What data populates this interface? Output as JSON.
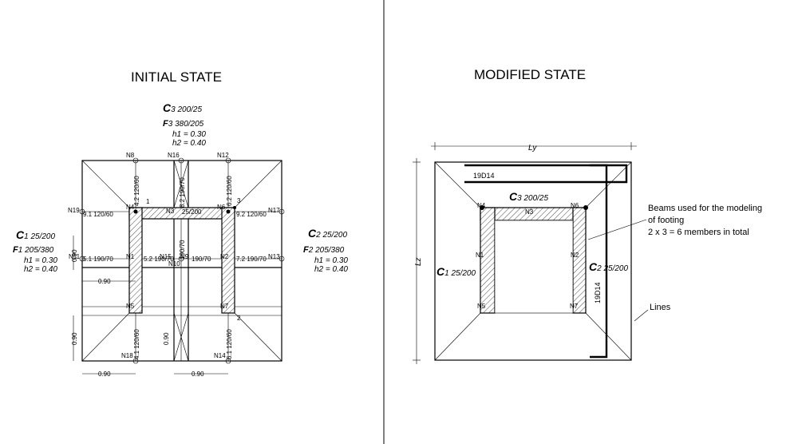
{
  "titles": {
    "initial": "INITIAL STATE",
    "modified": "MODIFIED STATE"
  },
  "initial": {
    "c3": {
      "label": "C",
      "sub": "3 200/25"
    },
    "f3": {
      "label": "F",
      "sub": "3  380/205"
    },
    "h1_top": "h1 = 0.30",
    "h2_top": "h2 = 0.40",
    "c1": {
      "label": "C",
      "sub": "1 25/200"
    },
    "f1": {
      "label": "F",
      "sub": "1  205/380"
    },
    "h1_left": "h1 = 0.30",
    "h2_left": "h2 = 0.40",
    "c2": {
      "label": "C",
      "sub": "2 25/200"
    },
    "f2": {
      "label": "F",
      "sub": "2  205/380"
    },
    "h1_right": "h1 = 0.30",
    "h2_right": "h2 = 0.40",
    "nodes": {
      "n8": "N8",
      "n16": "N16",
      "n12": "N12",
      "n19": "N19",
      "n17": "N17",
      "n11": "N11",
      "n13": "N13",
      "n15": "N15",
      "n9": "N9",
      "n10": "N10",
      "n18": "N18",
      "n14": "N14",
      "n5": "N5",
      "n7": "N7",
      "n6": "N6",
      "n1": "N1",
      "n2": "N2",
      "n3": "N3"
    },
    "point_1": "1",
    "point_2": "2",
    "point_3": "3",
    "beams": {
      "b4_2": "4.2  120/60",
      "b8_2": "8.2  190/70",
      "b6_2": "6.2  120/60",
      "b9_1": "9.1  120/60",
      "b9_2": "9.2  120/60",
      "b5_1": "5.1  190/70",
      "b5_2": "5.2  190/70",
      "b7_2": "7.2  190/70",
      "b_center": "190/70",
      "b4_1": "4.1  120/60",
      "b6_1": "6.1  120/60",
      "b_mid_v": "190/70",
      "top_beam": "25/200"
    },
    "dims": {
      "d090_a": "0.90",
      "d090_b": "0.90",
      "d090_c": "0.90",
      "d090_d": "0.90",
      "d090_e": "0.90",
      "d090_f": "0.90"
    }
  },
  "modified": {
    "ly": "Ly",
    "lz": "Lz",
    "bar_top": "19D14",
    "bar_right": "19D14",
    "c3": {
      "label": "C",
      "sub": "3 200/25"
    },
    "c1": {
      "label": "C",
      "sub": "1 25/200"
    },
    "c2": {
      "label": "C",
      "sub": "2 25/200"
    },
    "nodes": {
      "n4": "N4",
      "n6": "N6",
      "n1": "N1",
      "n2": "N2",
      "n3": "N3",
      "n5": "N5",
      "n7": "N7"
    },
    "note_line1": "Beams used for the modeling",
    "note_line2": "of footing",
    "note_line3": "2 x 3 = 6 members in total",
    "lines_label": "Lines"
  }
}
